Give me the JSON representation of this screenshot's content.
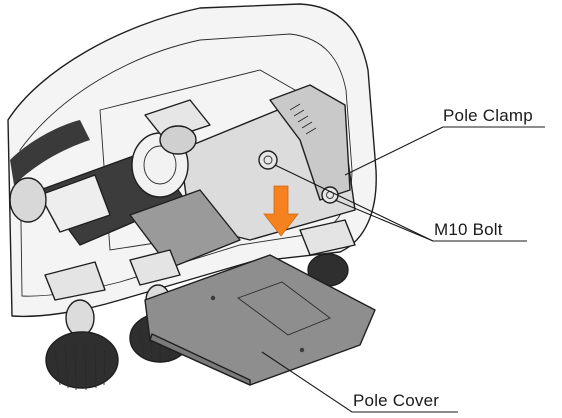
{
  "labels": {
    "pole_clamp": "Pole Clamp",
    "m10_bolt": "M10 Bolt",
    "pole_cover": "Pole Cover"
  },
  "icons": {
    "arrow": "down-arrow-icon"
  },
  "colors": {
    "arrow": "#f5821f",
    "line": "#1a1a1a",
    "body_light": "#f2f2f2",
    "body_mid": "#d9d9d9",
    "cover": "#8e8e8e",
    "cover_dark": "#6f6f6f"
  }
}
